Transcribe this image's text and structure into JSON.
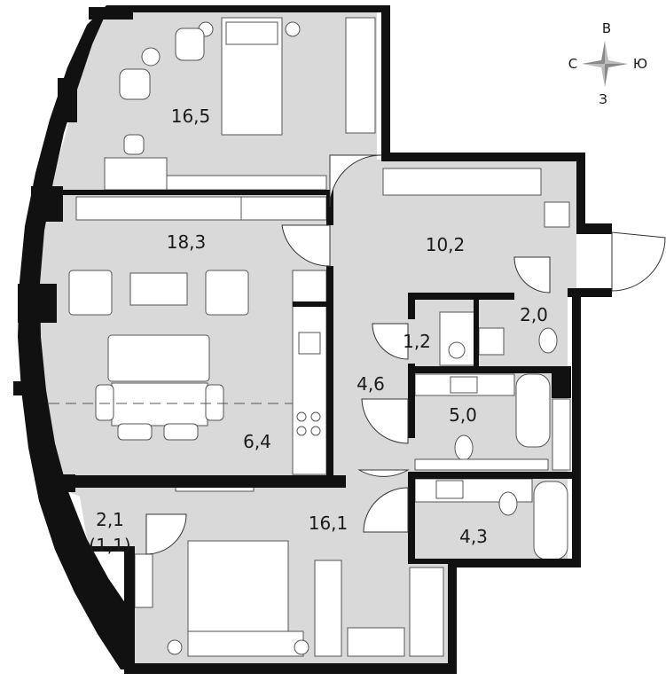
{
  "rooms": [
    {
      "id": "bedroom-north",
      "area": "16,5"
    },
    {
      "id": "living",
      "area": "18,3"
    },
    {
      "id": "hall",
      "area": "10,2"
    },
    {
      "id": "wc-small",
      "area": "2,0"
    },
    {
      "id": "laundry",
      "area": "1,2"
    },
    {
      "id": "corridor",
      "area": "4,6"
    },
    {
      "id": "bathroom-1",
      "area": "5,0"
    },
    {
      "id": "kitchen",
      "area": "6,4"
    },
    {
      "id": "balcony",
      "area": "2,1",
      "note": "(1,1)"
    },
    {
      "id": "bedroom-south",
      "area": "16,1"
    },
    {
      "id": "bathroom-2",
      "area": "4,3"
    }
  ],
  "compass": {
    "north": "С",
    "east": "В",
    "south": "Ю",
    "west": "З"
  },
  "colors": {
    "wall": "#111111",
    "floor": "#d9d9d9",
    "furniture": "#ffffff"
  }
}
